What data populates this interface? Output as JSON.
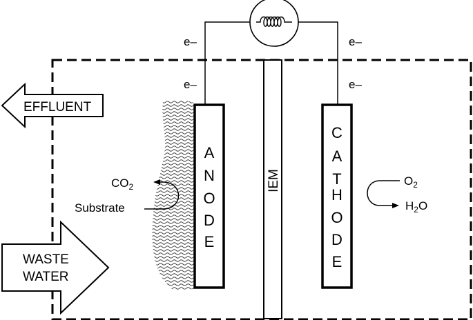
{
  "labels": {
    "electrons": [
      "e–",
      "e–",
      "e–",
      "e–"
    ],
    "effluent": "EFFLUENT",
    "waste_water": [
      "WASTE",
      "WATER"
    ],
    "anode": [
      "A",
      "N",
      "O",
      "D",
      "E"
    ],
    "cathode": [
      "C",
      "A",
      "T",
      "H",
      "O",
      "D",
      "E"
    ],
    "membrane": "IEM",
    "anode_reaction": {
      "product": {
        "base": "CO",
        "sub": "2"
      },
      "reactant": "Substrate"
    },
    "cathode_reaction": {
      "reactant": {
        "base": "O",
        "sub": "2"
      },
      "product": {
        "pre": "H",
        "sub": "2",
        "post": "O"
      }
    }
  },
  "icons": {
    "load": "resistor-coil-icon",
    "biofilm": "biofilm-texture"
  },
  "colors": {
    "stroke": "#000000",
    "background": "#ffffff"
  }
}
